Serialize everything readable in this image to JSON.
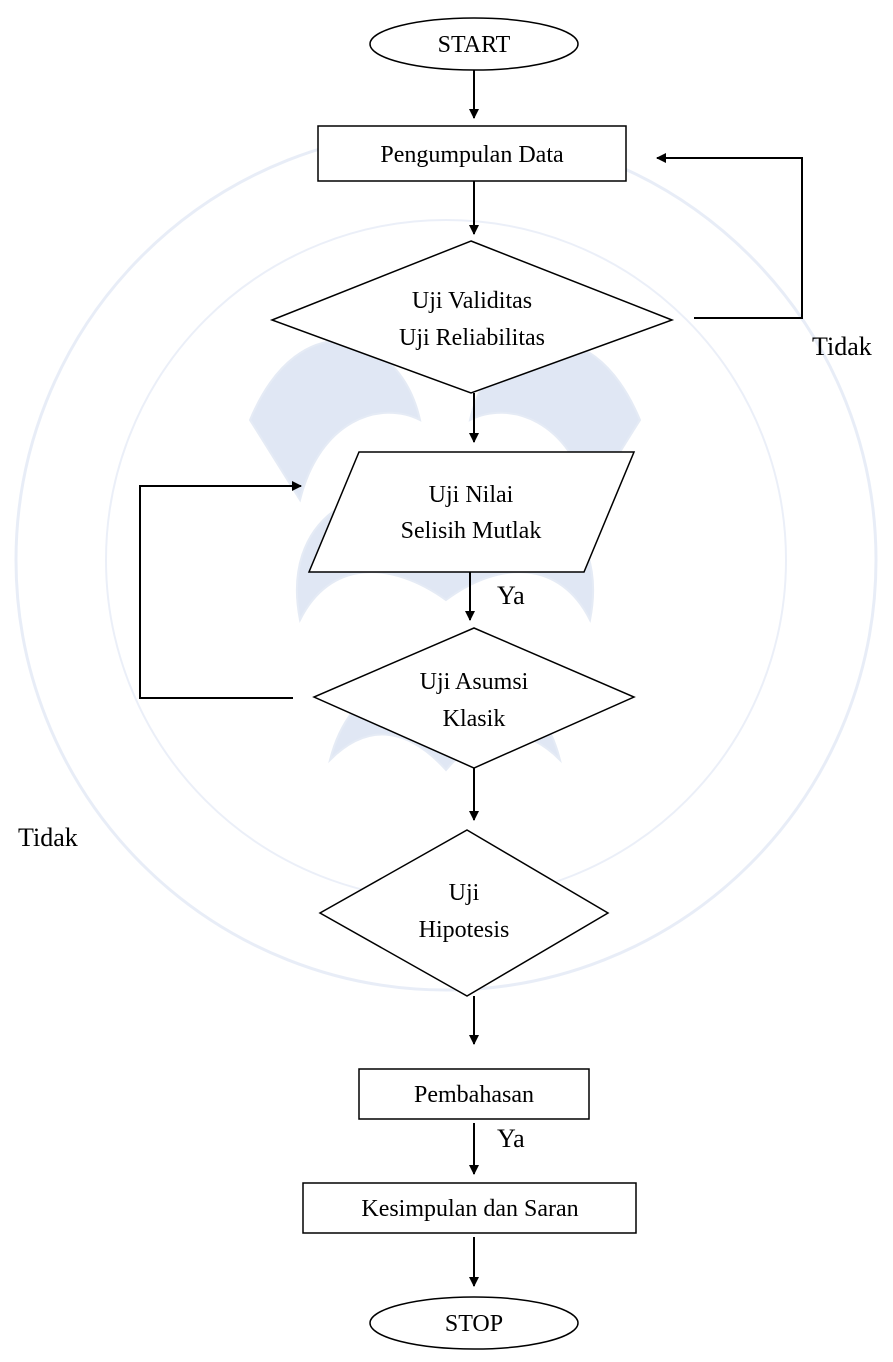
{
  "nodes": {
    "start": "START",
    "pengumpulan": "Pengumpulan Data",
    "validitas_line1": "Uji Validitas",
    "validitas_line2": "Uji Reliabilitas",
    "nilai_line1": "Uji Nilai",
    "nilai_line2": "Selisih Mutlak",
    "asumsi_line1": "Uji Asumsi",
    "asumsi_line2": "Klasik",
    "hipotesis_line1": "Uji",
    "hipotesis_line2": "Hipotesis",
    "pembahasan": "Pembahasan",
    "kesimpulan": "Kesimpulan dan Saran",
    "stop": "STOP"
  },
  "edge_labels": {
    "tidak_validitas": "Tidak",
    "ya_nilai": "Ya",
    "tidak_asumsi": "Tidak",
    "ya_pembahasan": "Ya"
  },
  "watermark": {
    "color": "#dde5f3"
  }
}
